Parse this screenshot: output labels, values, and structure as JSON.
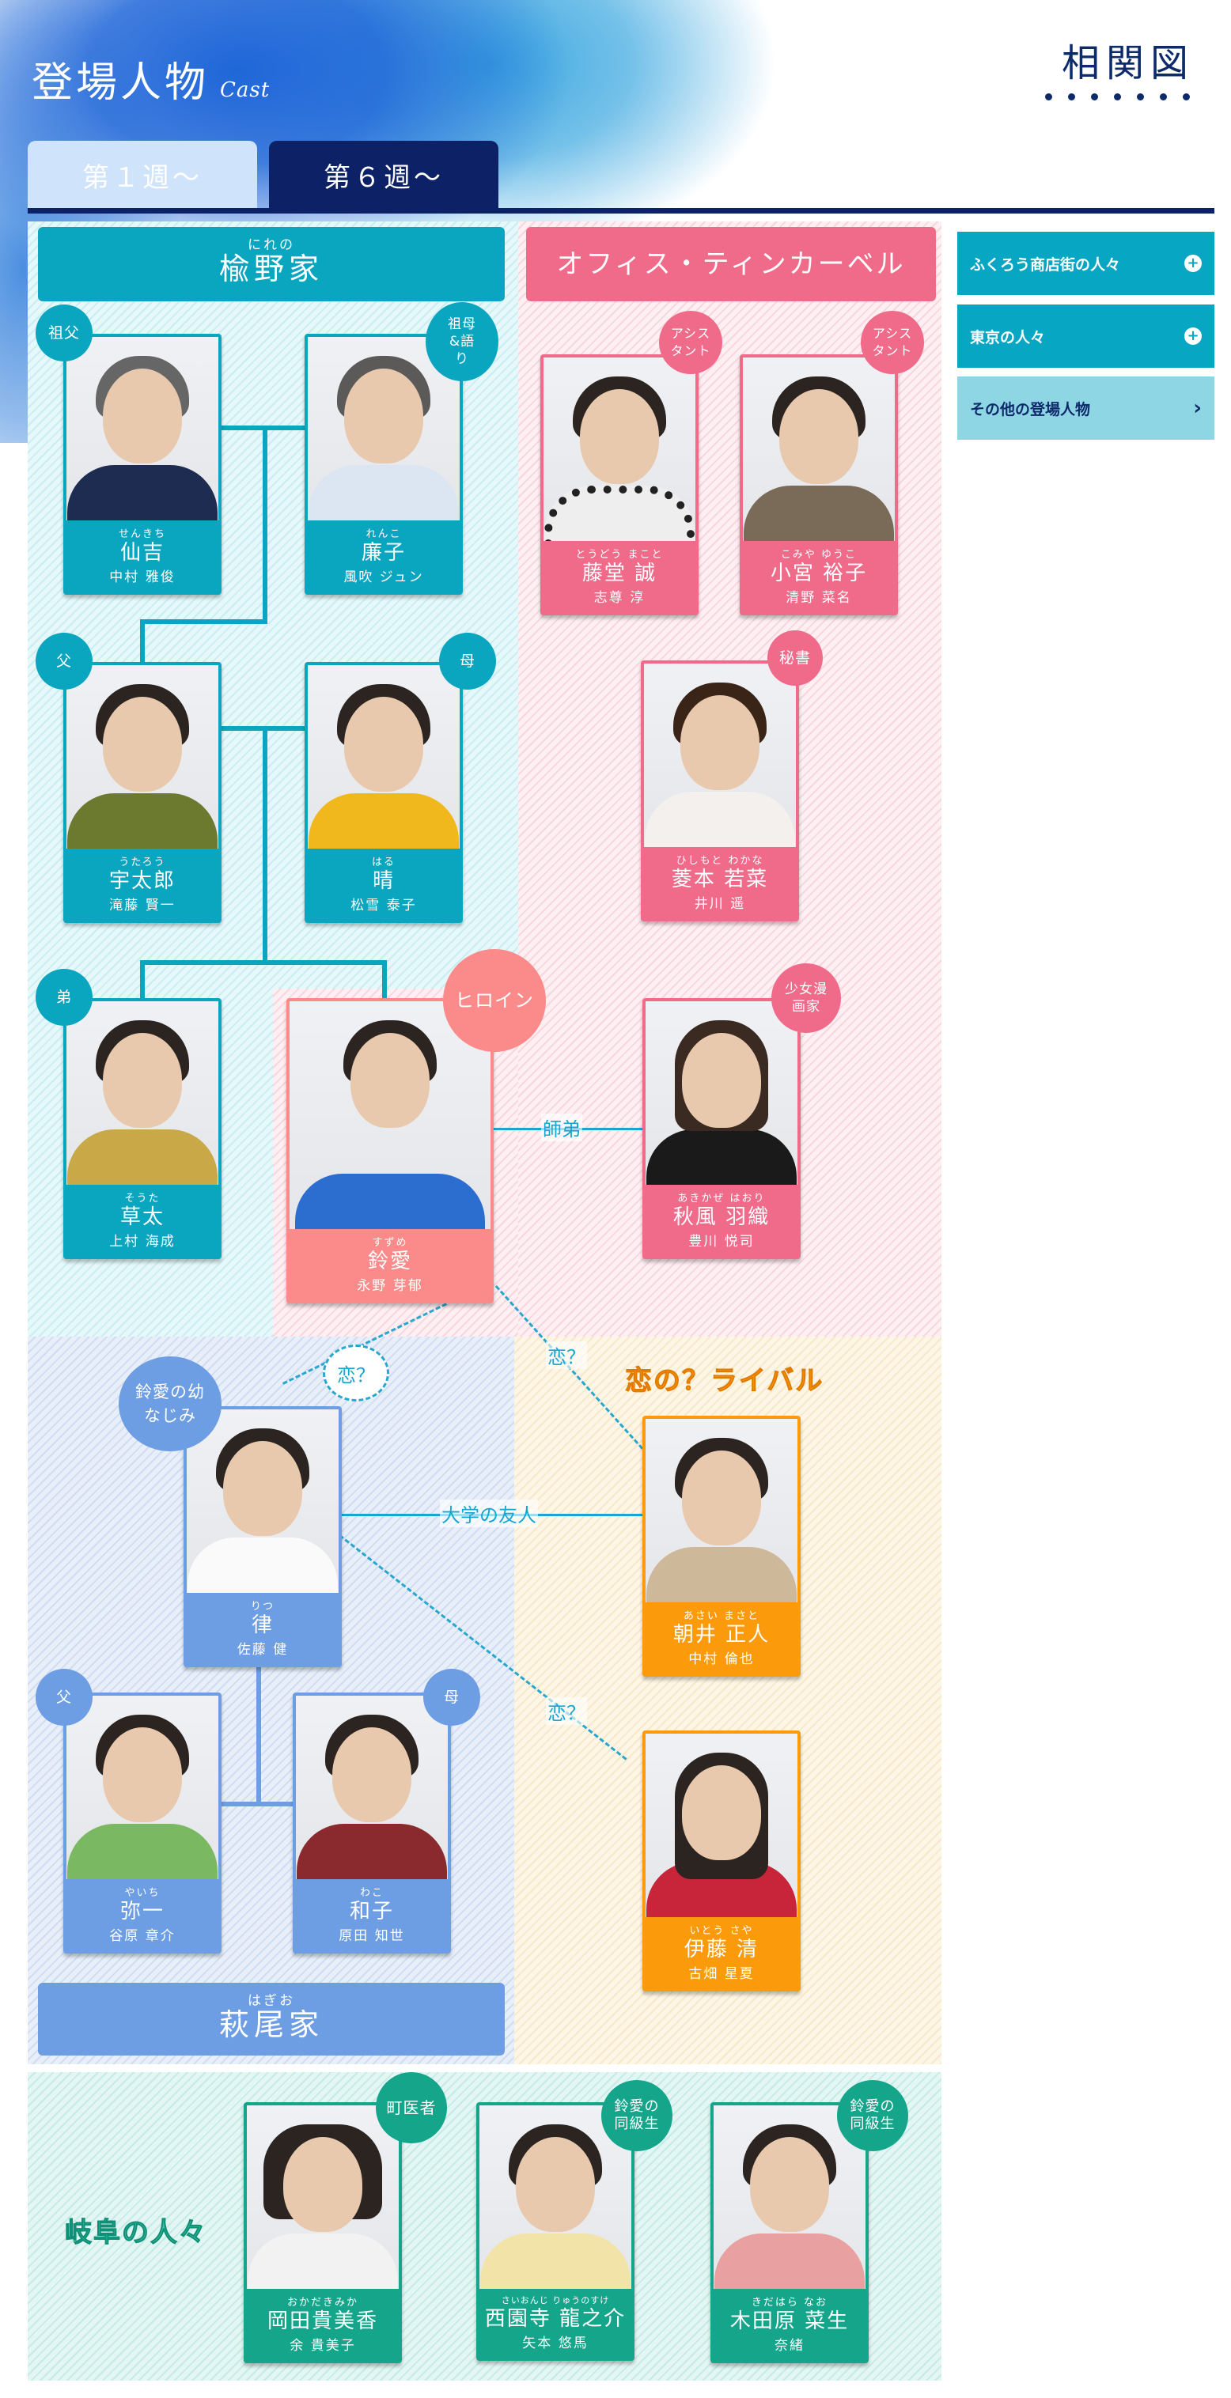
{
  "header": {
    "title": "登場人物",
    "title_sub": "Cast",
    "diagram_label": "相関図",
    "tabs": [
      {
        "label": "第１週～",
        "active": false
      },
      {
        "label": "第６週～",
        "active": true
      }
    ]
  },
  "sidebar": {
    "items": [
      {
        "label": "ふくろう商店街の人々",
        "icon": "plus-circle-icon"
      },
      {
        "label": "東京の人々",
        "icon": "plus-circle-icon"
      },
      {
        "label": "その他の登場人物",
        "icon": "chevron-right-icon"
      }
    ]
  },
  "colors": {
    "navy": "#0d2266",
    "teal": "#0aa5bf",
    "pink": "#f06a8a",
    "heroine": "#fb8a8a",
    "blue": "#6d9de2",
    "orange": "#fb9a0a",
    "green": "#14a58b"
  },
  "groups": {
    "nireno": {
      "ruby": "にれの",
      "name": "楡野家"
    },
    "office": {
      "name": "オフィス・ティンカーベル"
    },
    "hagio": {
      "ruby": "はぎお",
      "name": "萩尾家"
    },
    "rival": {
      "name": "恋の？ライバル"
    },
    "gifu": {
      "name": "岐阜の人々"
    }
  },
  "characters": {
    "senkichi": {
      "tag": "祖父",
      "kana": "せんきち",
      "role": "仙吉",
      "actor": "中村 雅俊"
    },
    "renko": {
      "tag": "祖母&語り",
      "kana": "れんこ",
      "role": "廉子",
      "actor": "風吹 ジュン"
    },
    "utaro": {
      "tag": "父",
      "kana": "うたろう",
      "role": "宇太郎",
      "actor": "滝藤 賢一"
    },
    "haru": {
      "tag": "母",
      "kana": "はる",
      "role": "晴",
      "actor": "松雪 泰子"
    },
    "sota": {
      "tag": "弟",
      "kana": "そうた",
      "role": "草太",
      "actor": "上村 海成"
    },
    "suzume": {
      "tag": "ヒロイン",
      "kana": "すずめ",
      "role": "鈴愛",
      "actor": "永野 芽郁"
    },
    "todo": {
      "tag": "アシスタント",
      "kana": "とうどう まこと",
      "role": "藤堂 誠",
      "actor": "志尊 淳"
    },
    "komiya": {
      "tag": "アシスタント",
      "kana": "こみや ゆうこ",
      "role": "小宮 裕子",
      "actor": "清野 菜名"
    },
    "hishimoto": {
      "tag": "秘書",
      "kana": "ひしもと わかな",
      "role": "菱本 若菜",
      "actor": "井川 遥"
    },
    "akikaze": {
      "tag": "少女漫画家",
      "kana": "あきかぜ はおり",
      "role": "秋風 羽織",
      "actor": "豊川 悦司"
    },
    "ritsu": {
      "tag": "鈴愛の幼なじみ",
      "kana": "りつ",
      "role": "律",
      "actor": "佐藤 健"
    },
    "yaichi": {
      "tag": "父",
      "kana": "やいち",
      "role": "弥一",
      "actor": "谷原 章介"
    },
    "wako": {
      "tag": "母",
      "kana": "わこ",
      "role": "和子",
      "actor": "原田 知世"
    },
    "asai": {
      "kana": "あさい まさと",
      "role": "朝井 正人",
      "actor": "中村 倫也"
    },
    "ito": {
      "kana": "いとう さや",
      "role": "伊藤 清",
      "actor": "古畑 星夏"
    },
    "okada": {
      "tag": "町医者",
      "kana": "おかだきみか",
      "role": "岡田貴美香",
      "actor": "余 貴美子"
    },
    "saionji": {
      "tag": "鈴愛の同級生",
      "kana": "さいおんじ りゅうのすけ",
      "role": "西園寺 龍之介",
      "actor": "矢本 悠馬"
    },
    "kidahara": {
      "tag": "鈴愛の同級生",
      "kana": "きだはら なお",
      "role": "木田原 菜生",
      "actor": "奈緒"
    }
  },
  "relations": {
    "shitei": "師弟",
    "koi": "恋？",
    "daigaku": "大学の友人"
  }
}
